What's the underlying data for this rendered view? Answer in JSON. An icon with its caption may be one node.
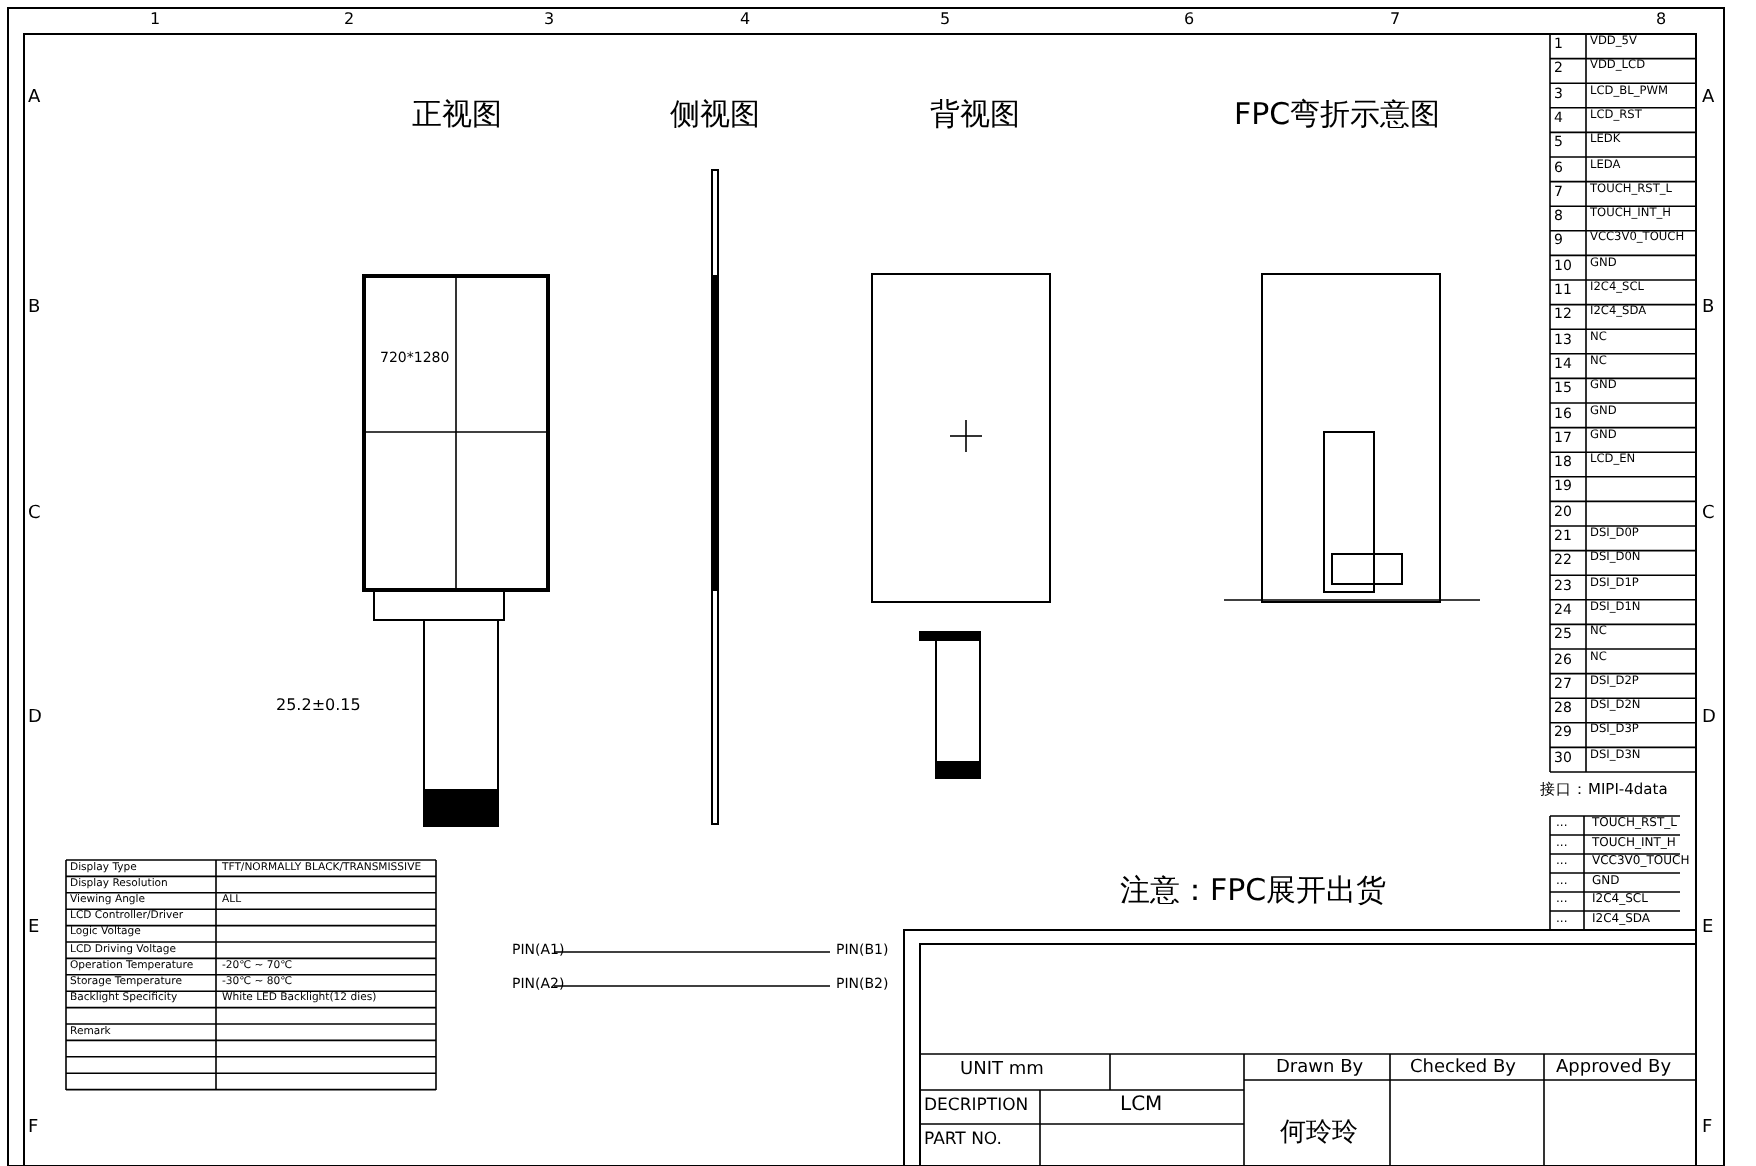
{
  "diagram": {
    "labels": [
      "1",
      "2",
      "3",
      "4",
      "5",
      "6",
      "7",
      "8",
      "A",
      "B",
      "C",
      "D",
      "E",
      "F",
      "A",
      "B",
      "C",
      "D",
      "E",
      "F",
      "正视图",
      "侧视图",
      "背视图",
      "FPC弯折示意图",
      "720*1280",
      "25.2±0.15",
      "1",
      "VDD_5V",
      "2",
      "VDD_LCD",
      "3",
      "LCD_BL_PWM",
      "4",
      "LCD_RST",
      "5",
      "LEDK",
      "6",
      "LEDA",
      "7",
      "TOUCH_RST_L",
      "8",
      "TOUCH_INT_H",
      "9",
      "VCC3V0_TOUCH",
      "10",
      "GND",
      "11",
      "I2C4_SCL",
      "12",
      "I2C4_SDA",
      "13",
      "NC",
      "14",
      "NC",
      "15",
      "GND",
      "16",
      "GND",
      "17",
      "GND",
      "18",
      "LCD_EN",
      "19",
      "20",
      "21",
      "DSI_D0P",
      "22",
      "DSI_D0N",
      "23",
      "DSI_D1P",
      "24",
      "DSI_D1N",
      "25",
      "NC",
      "26",
      "NC",
      "27",
      "DSI_D2P",
      "28",
      "DSI_D2N",
      "29",
      "DSI_D3P",
      "30",
      "DSI_D3N",
      "接口：MIPI-4data",
      "...",
      "TOUCH_RST_L",
      "...",
      "TOUCH_INT_H",
      "...",
      "VCC3V0_TOUCH",
      "...",
      "GND",
      "...",
      "I2C4_SCL",
      "...",
      "I2C4_SDA",
      "注意：FPC展开出货",
      "Display Type",
      "TFT/NORMALLY BLACK/TRANSMISSIVE",
      "Display Resolution",
      "Viewing Angle",
      "ALL",
      "LCD Controller/Driver",
      "Logic Voltage",
      "LCD Driving Voltage",
      "Operation Temperature",
      "-20℃ ~ 70℃",
      "Storage Temperature",
      "-30℃ ~ 80℃",
      "Backlight Specificity",
      "White LED Backlight(12 dies)",
      "Remark",
      "PIN(A1)",
      "PIN(B1)",
      "PIN(A2)",
      "PIN(B2)",
      "UNIT mm",
      "Drawn By",
      "Checked By",
      "Approved By",
      "DECRIPTION",
      "LCM",
      "PART NO.",
      "何玲玲"
    ]
  }
}
